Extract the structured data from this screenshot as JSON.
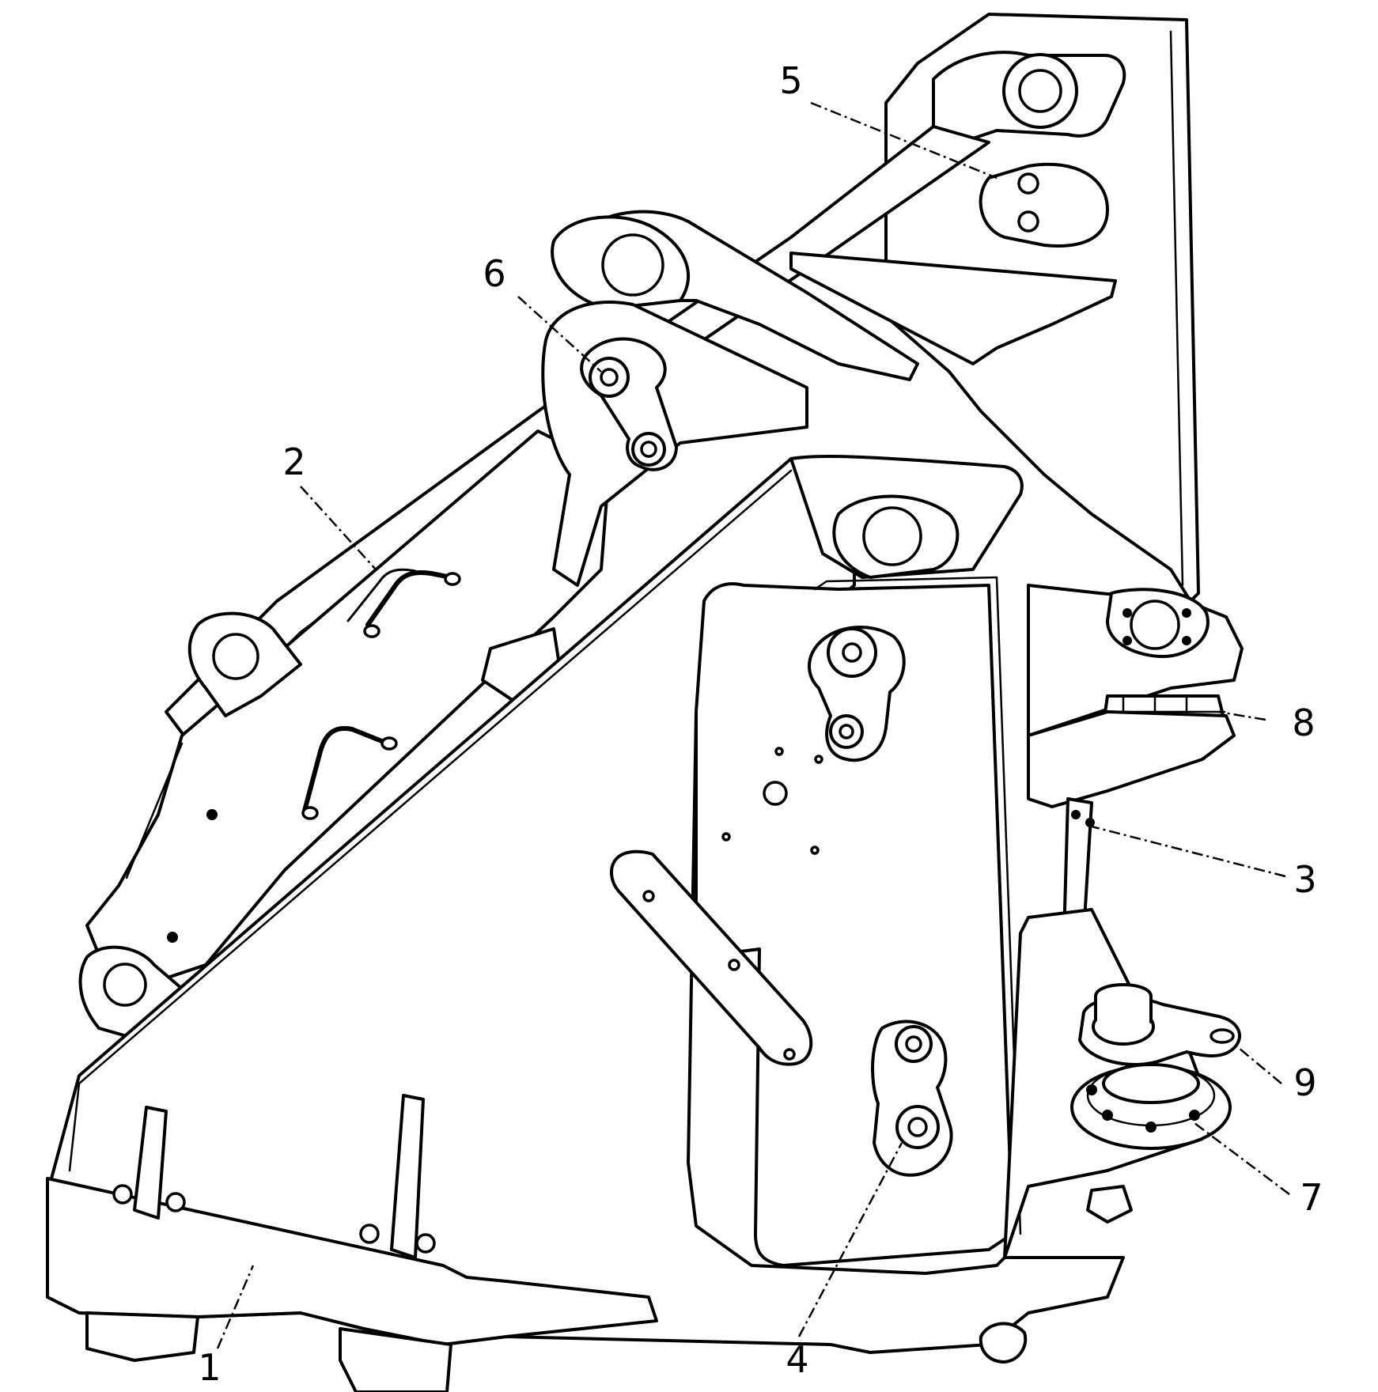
{
  "figure": {
    "callouts": [
      {
        "id": "c1",
        "label": "1"
      },
      {
        "id": "c2",
        "label": "2"
      },
      {
        "id": "c3",
        "label": "3"
      },
      {
        "id": "c4",
        "label": "4"
      },
      {
        "id": "c5",
        "label": "5"
      },
      {
        "id": "c6",
        "label": "6"
      },
      {
        "id": "c7",
        "label": "7"
      },
      {
        "id": "c8",
        "label": "8"
      },
      {
        "id": "c9",
        "label": "9"
      }
    ]
  }
}
